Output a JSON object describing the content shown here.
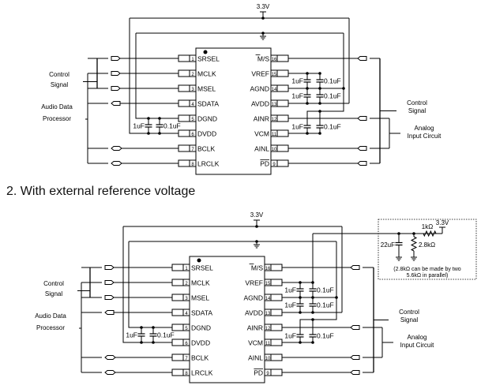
{
  "section_heading": "2. With external reference voltage",
  "supply_label": "3.3V",
  "chip": {
    "left_pins": [
      {
        "num": "1",
        "name": "SRSEL"
      },
      {
        "num": "2",
        "name": "MCLK"
      },
      {
        "num": "3",
        "name": "MSEL"
      },
      {
        "num": "4",
        "name": "SDATA"
      },
      {
        "num": "5",
        "name": "DGND"
      },
      {
        "num": "6",
        "name": "DVDD"
      },
      {
        "num": "7",
        "name": "BCLK"
      },
      {
        "num": "8",
        "name": "LRCLK"
      }
    ],
    "right_pins": [
      {
        "num": "16",
        "name": "M/S",
        "overline": "M"
      },
      {
        "num": "15",
        "name": "VREF"
      },
      {
        "num": "14",
        "name": "AGND"
      },
      {
        "num": "13",
        "name": "AVDD"
      },
      {
        "num": "12",
        "name": "AINR"
      },
      {
        "num": "11",
        "name": "VCM"
      },
      {
        "num": "10",
        "name": "AINL"
      },
      {
        "num": "9",
        "name": "PD",
        "overline": "PD"
      }
    ]
  },
  "capacitors": {
    "big": "1uF",
    "small": "0.1uF"
  },
  "labels": {
    "control_signal_left": [
      "Control",
      "Signal"
    ],
    "audio_processor": [
      "Audio Data",
      "Processor"
    ],
    "control_signal_right": [
      "Control",
      "Signal"
    ],
    "analog_input": [
      "Analog",
      "Input Circuit"
    ]
  },
  "external_ref": {
    "r_series": "1kΩ",
    "r_shunt": "2.8kΩ",
    "c_bulk": "22uF",
    "supply": "3.3V",
    "note": [
      "(2.8kΩ can be made by two",
      "5.6kΩ in parallel)"
    ]
  }
}
